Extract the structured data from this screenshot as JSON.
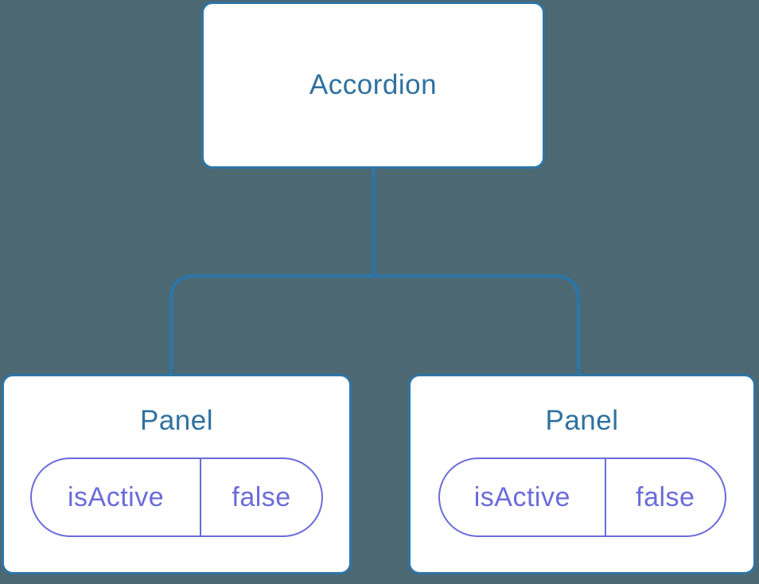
{
  "diagram": {
    "type": "component-tree",
    "root": {
      "label": "Accordion"
    },
    "children": [
      {
        "label": "Panel",
        "props": [
          {
            "name": "isActive",
            "value": "false"
          }
        ]
      },
      {
        "label": "Panel",
        "props": [
          {
            "name": "isActive",
            "value": "false"
          }
        ]
      }
    ]
  },
  "colors": {
    "background": "#4C6873",
    "connector": "#2E75A6",
    "node_border": "#2E75A6",
    "node_fill": "#FFFFFF",
    "node_label_text": "#2F719F",
    "prop_accent": "#6B6BDB"
  }
}
